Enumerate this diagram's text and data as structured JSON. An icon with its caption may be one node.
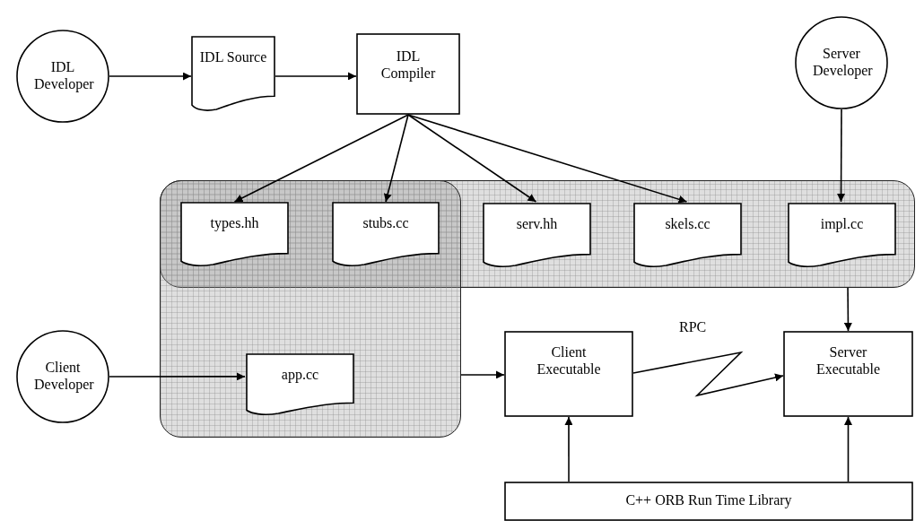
{
  "diagram": {
    "nodes": [
      {
        "text": [
          "IDL Developer"
        ]
      },
      {
        "text": [
          "IDL Source"
        ]
      },
      {
        "text": [
          "IDL Compiler"
        ]
      },
      {
        "text": [
          "Server Developer"
        ]
      },
      {
        "text": [],
        "shape": "box"
      },
      {
        "text": [],
        "shape": "box"
      },
      {
        "text": [
          "types.hh"
        ]
      },
      {
        "text": [
          "stubs.cc"
        ]
      },
      {
        "text": [
          "serv.hh"
        ],
        "in": 4
      },
      {
        "text": [
          "skels.cc"
        ],
        "in": 4
      },
      {
        "text": [
          "impl.cc"
        ],
        "in": 4
      },
      {
        "text": [
          "Client Developer"
        ]
      },
      {
        "text": [
          "app.cc"
        ],
        "in": 5
      },
      {
        "text": [
          "Client Executable"
        ]
      },
      {
        "text": [
          "Server Executable"
        ]
      },
      {
        "text": [
          "C++ ORB Run Time Library"
        ]
      }
    ],
    "edges": [
      {
        "from": 0,
        "to": 1,
        "arrow": "to"
      },
      {
        "from": 1,
        "to": 2,
        "arrow": "to"
      },
      {
        "from": 2,
        "to": 6,
        "arrow": "to"
      },
      {
        "from": 2,
        "to": 7,
        "arrow": "to"
      },
      {
        "from": 2,
        "to": 8,
        "arrow": "to"
      },
      {
        "from": 2,
        "to": 9,
        "arrow": "to"
      },
      {
        "from": 3,
        "to": 10,
        "arrow": "to"
      },
      {
        "from": 11,
        "to": 12,
        "arrow": "to"
      },
      {
        "from": 5,
        "to": 13,
        "arrow": "to"
      },
      {
        "from": 4,
        "to": 14,
        "arrow": "to"
      },
      {
        "from": 13,
        "to": 14,
        "arrow": "to",
        "label": "RPC"
      },
      {
        "from": 15,
        "to": 13,
        "arrow": "to"
      },
      {
        "from": 15,
        "to": 14,
        "arrow": "to"
      }
    ]
  }
}
